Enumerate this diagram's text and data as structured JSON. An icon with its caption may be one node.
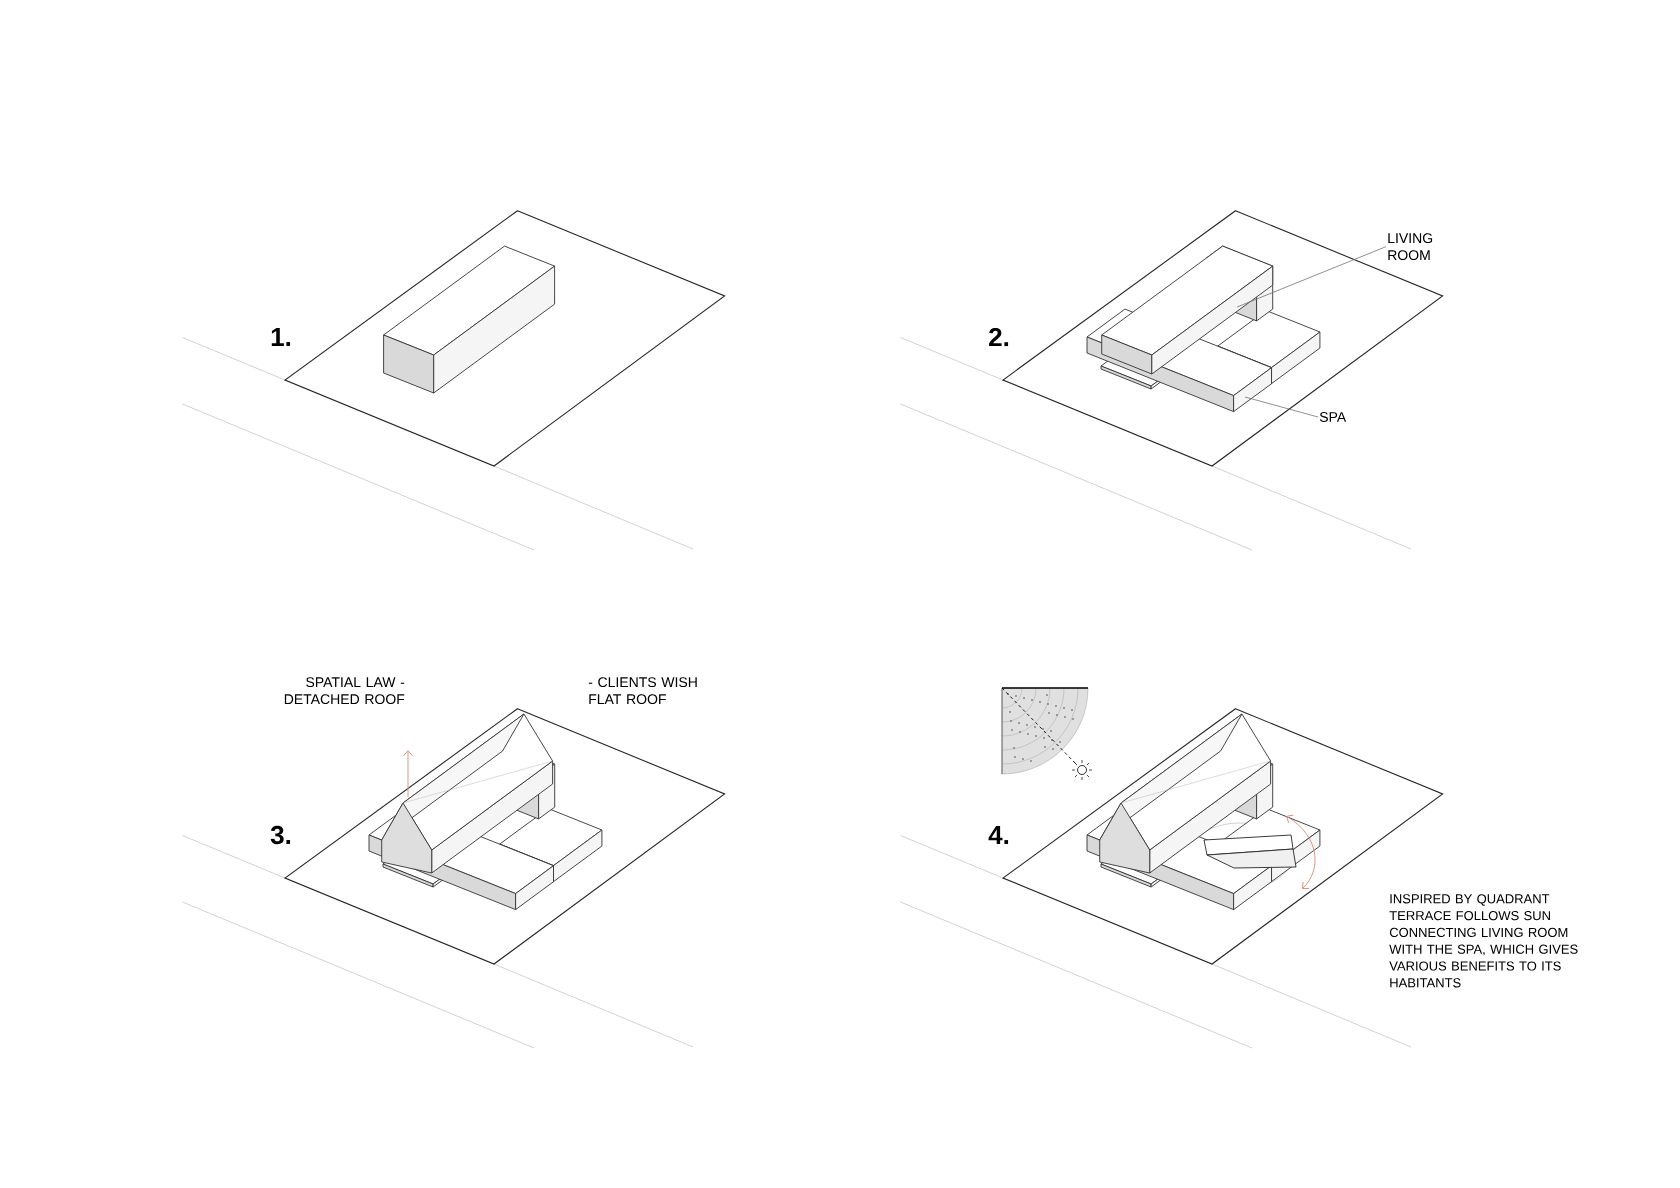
{
  "diagram": {
    "nodes": [
      {
        "text": [
          "LIVING ROOM"
        ]
      },
      {
        "text": [
          "SPA"
        ]
      }
    ],
    "edges": [
      {
        "from": 0,
        "to": null,
        "arrow": "none"
      },
      {
        "from": 1,
        "to": null,
        "arrow": "none"
      }
    ],
    "labels": [
      "1.",
      "2.",
      "3.",
      "4.",
      "SPATIAL LAW - DETACHED ROOF",
      "- CLIENTS WISH FLAT ROOF",
      "INSPIRED BY QUADRANT TERRACE FOLLOWS SUN CONNECTING LIVING ROOM WITH THE SPA, WHICH GIVES VARIOUS BENEFITS TO ITS HABITANTS"
    ]
  }
}
